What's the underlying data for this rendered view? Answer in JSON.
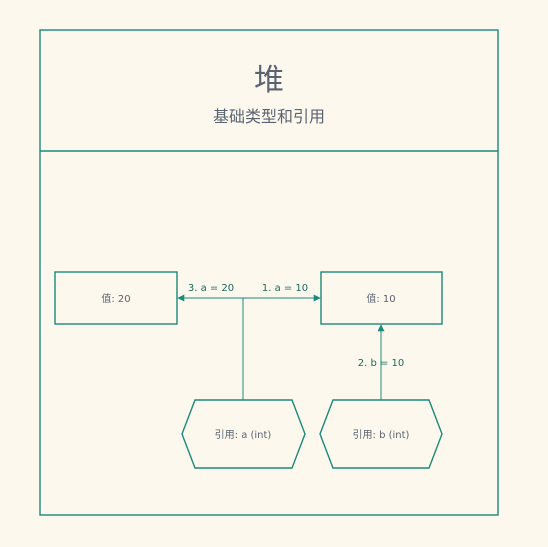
{
  "heap": {
    "title": "堆",
    "subtitle": "基础类型和引用"
  },
  "boxes": {
    "value_left": "值: 20",
    "value_right": "值: 10"
  },
  "references": {
    "ref_a": "引用: a (int)",
    "ref_b": "引用: b (int)"
  },
  "arrows": {
    "step1": "1. a = 10",
    "step2": "2. b = 10",
    "step3": "3. a = 20"
  },
  "colors": {
    "background": "#fdf8ee",
    "stroke": "#1a8a7a",
    "text": "#5a6470",
    "label": "#1a6a5e"
  }
}
